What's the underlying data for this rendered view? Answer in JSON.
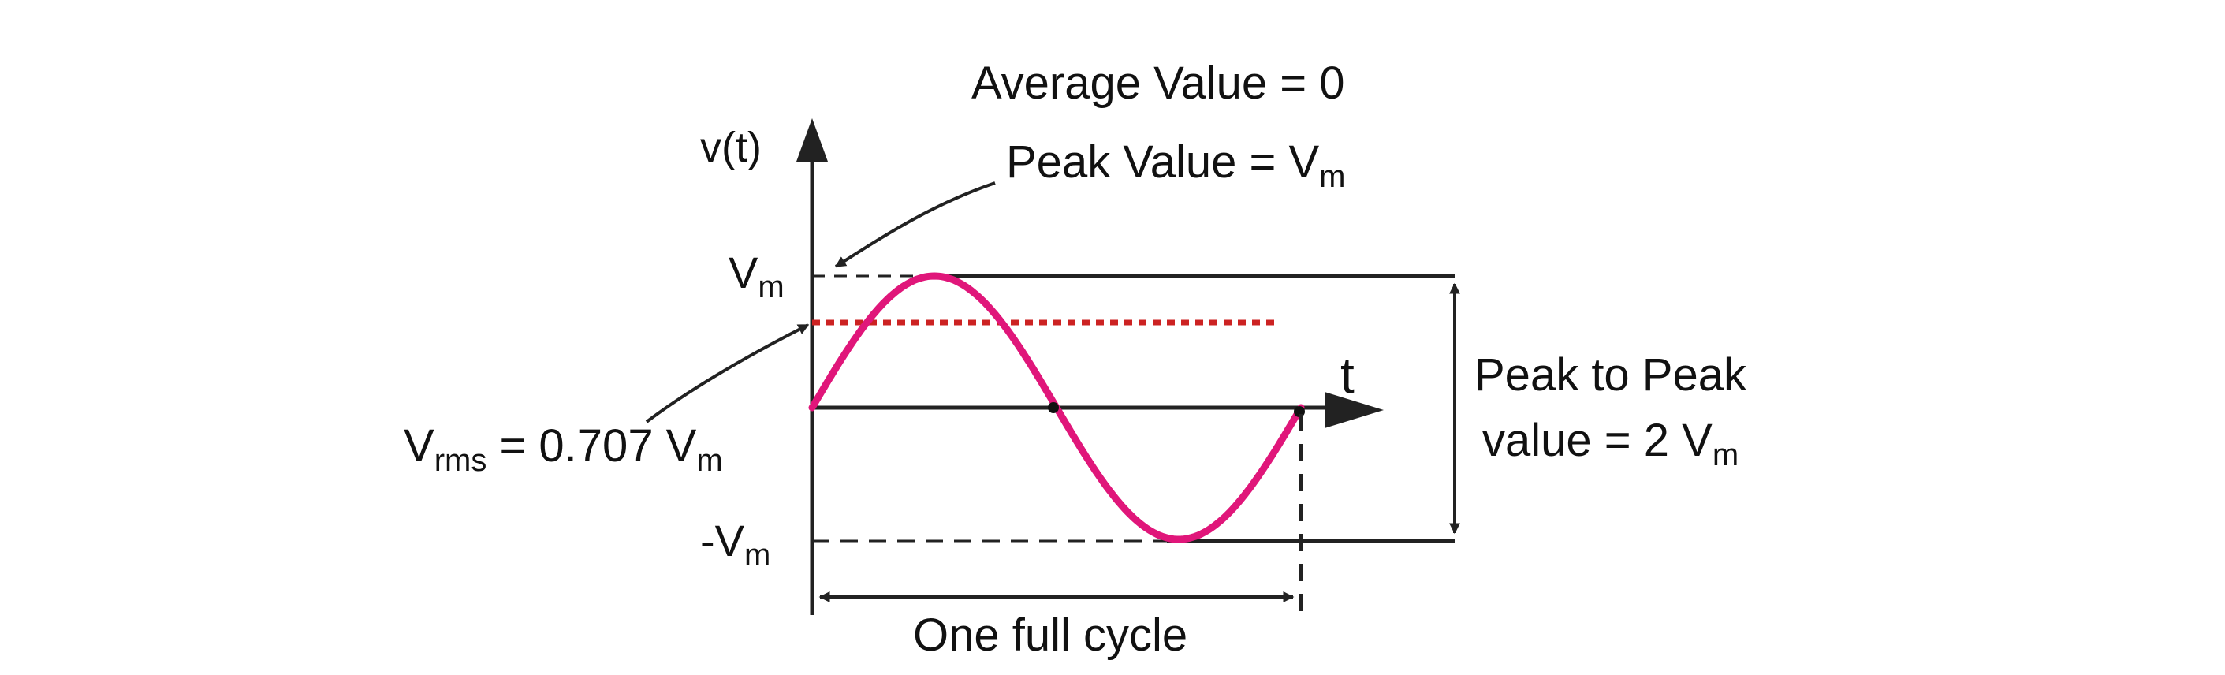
{
  "labels": {
    "average": "Average  Value = 0",
    "peak": "Peak Value = V",
    "peak_sub": "m",
    "vaxis": "v(t)",
    "taxis": "t",
    "vm": "V",
    "vm_sub": "m",
    "neg_vm": "-V",
    "neg_vm_sub": "m",
    "vrms_main": "V",
    "vrms_sub": "rms",
    "vrms_eq": " = 0.707 V",
    "vrms_sub2": "m",
    "p2p_line1": "Peak to Peak",
    "p2p_line2": "value = 2 V",
    "p2p_sub": "m",
    "cycle": "One full cycle"
  },
  "colors": {
    "sine": "#e0167a",
    "rms_line": "#cc2222",
    "ink": "#222222"
  },
  "chart_data": {
    "type": "line",
    "series": [
      {
        "function": "Vm·sin(t)",
        "t_range": [
          "0",
          "2π"
        ],
        "peak": "Vm",
        "trough": "-Vm"
      }
    ],
    "reference_levels": {
      "peak": "Vm",
      "rms": "0.707 Vm",
      "average": "0",
      "negative_peak": "-Vm"
    }
  }
}
